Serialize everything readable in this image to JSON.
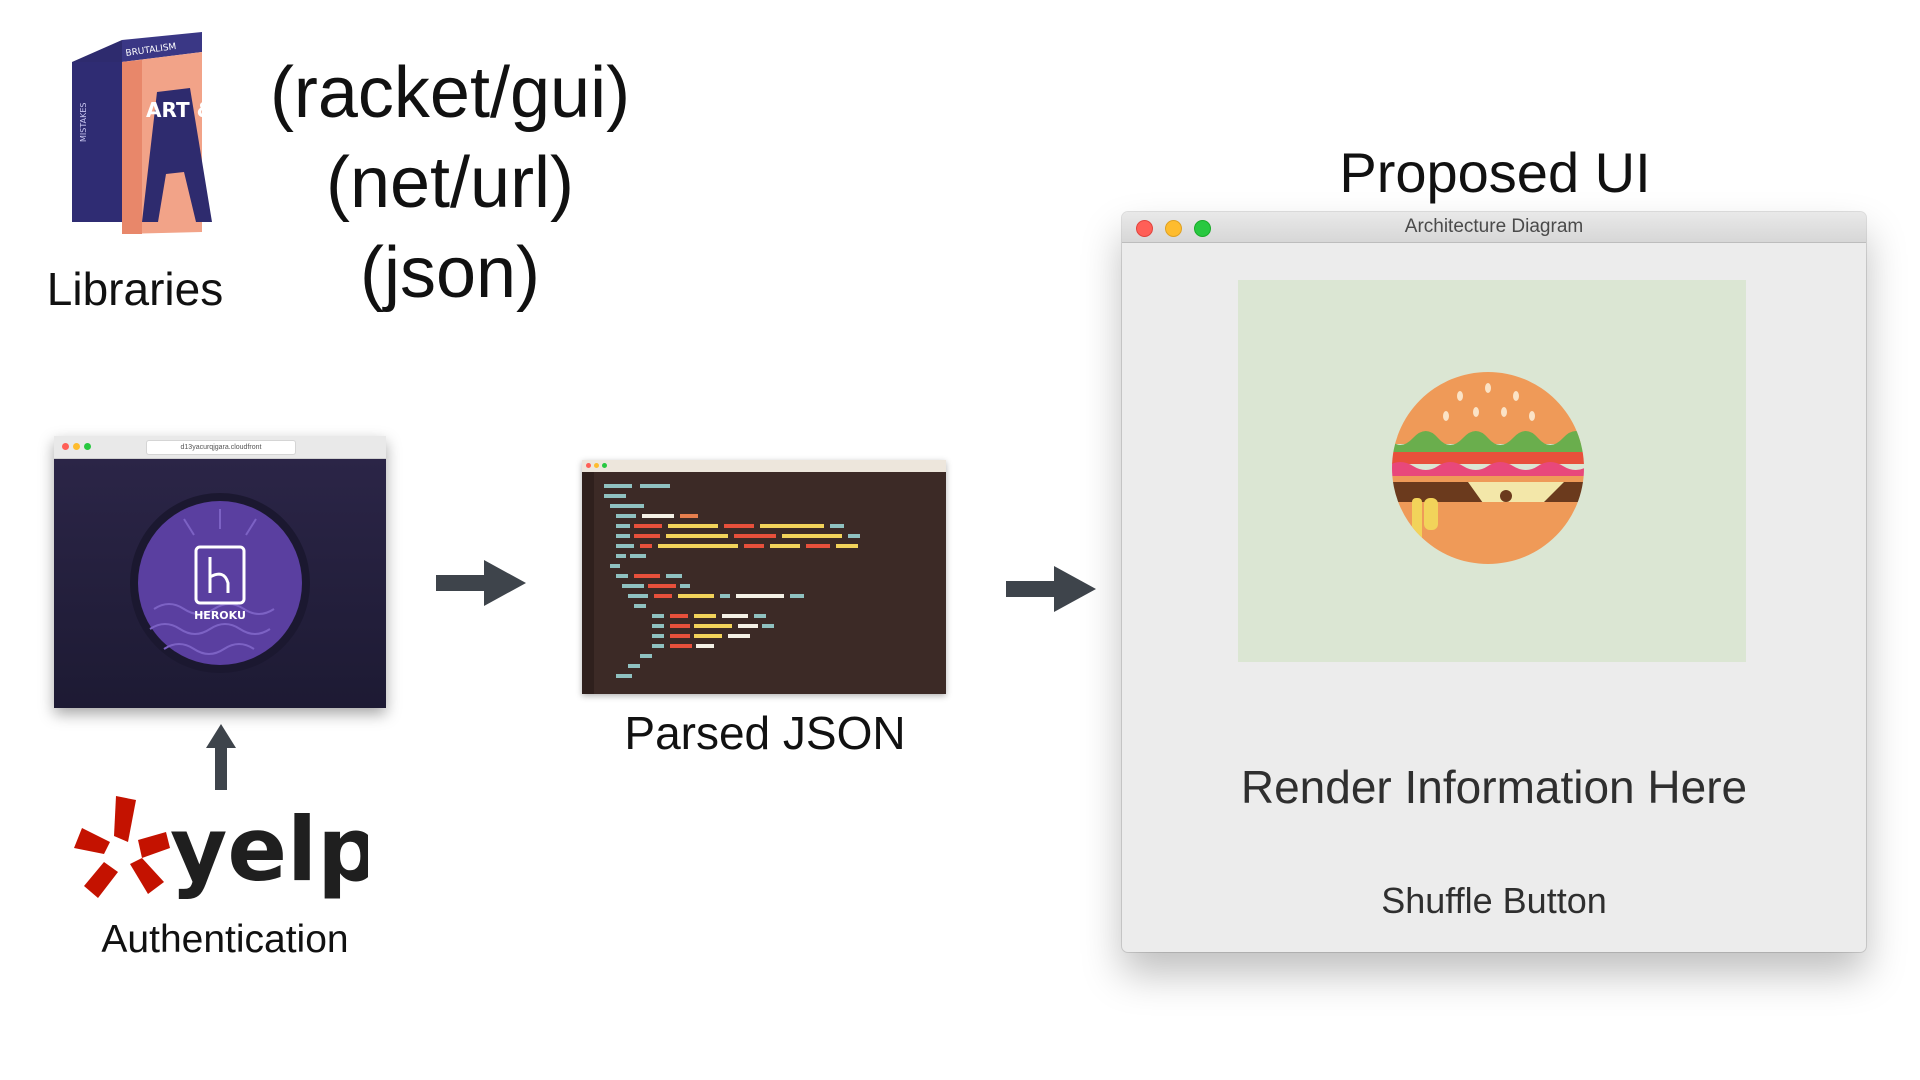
{
  "libraries": {
    "label": "Libraries",
    "book_spine_1": "BRUTALISM",
    "book_spine_2": "MISTAKES",
    "book_cover": "ART & LA",
    "code_lines": [
      "(racket/gui)",
      "(net/url)",
      "(json)"
    ]
  },
  "heroku": {
    "url": "d13yacurqjgara.cloudfront",
    "badge_text": "HEROKU"
  },
  "parsed": {
    "label": "Parsed JSON"
  },
  "yelp": {
    "logo_text": "yelp",
    "label": "Authentication"
  },
  "proposed": {
    "title": "Proposed UI",
    "window_title": "Architecture Diagram",
    "render_text": "Render Information Here",
    "shuffle_text": "Shuffle Button"
  },
  "colors": {
    "arrow": "#3e444b",
    "yelp_red": "#c41200",
    "heroku_purple": "#5a3fa0",
    "panel_green": "#dbe6d3"
  }
}
